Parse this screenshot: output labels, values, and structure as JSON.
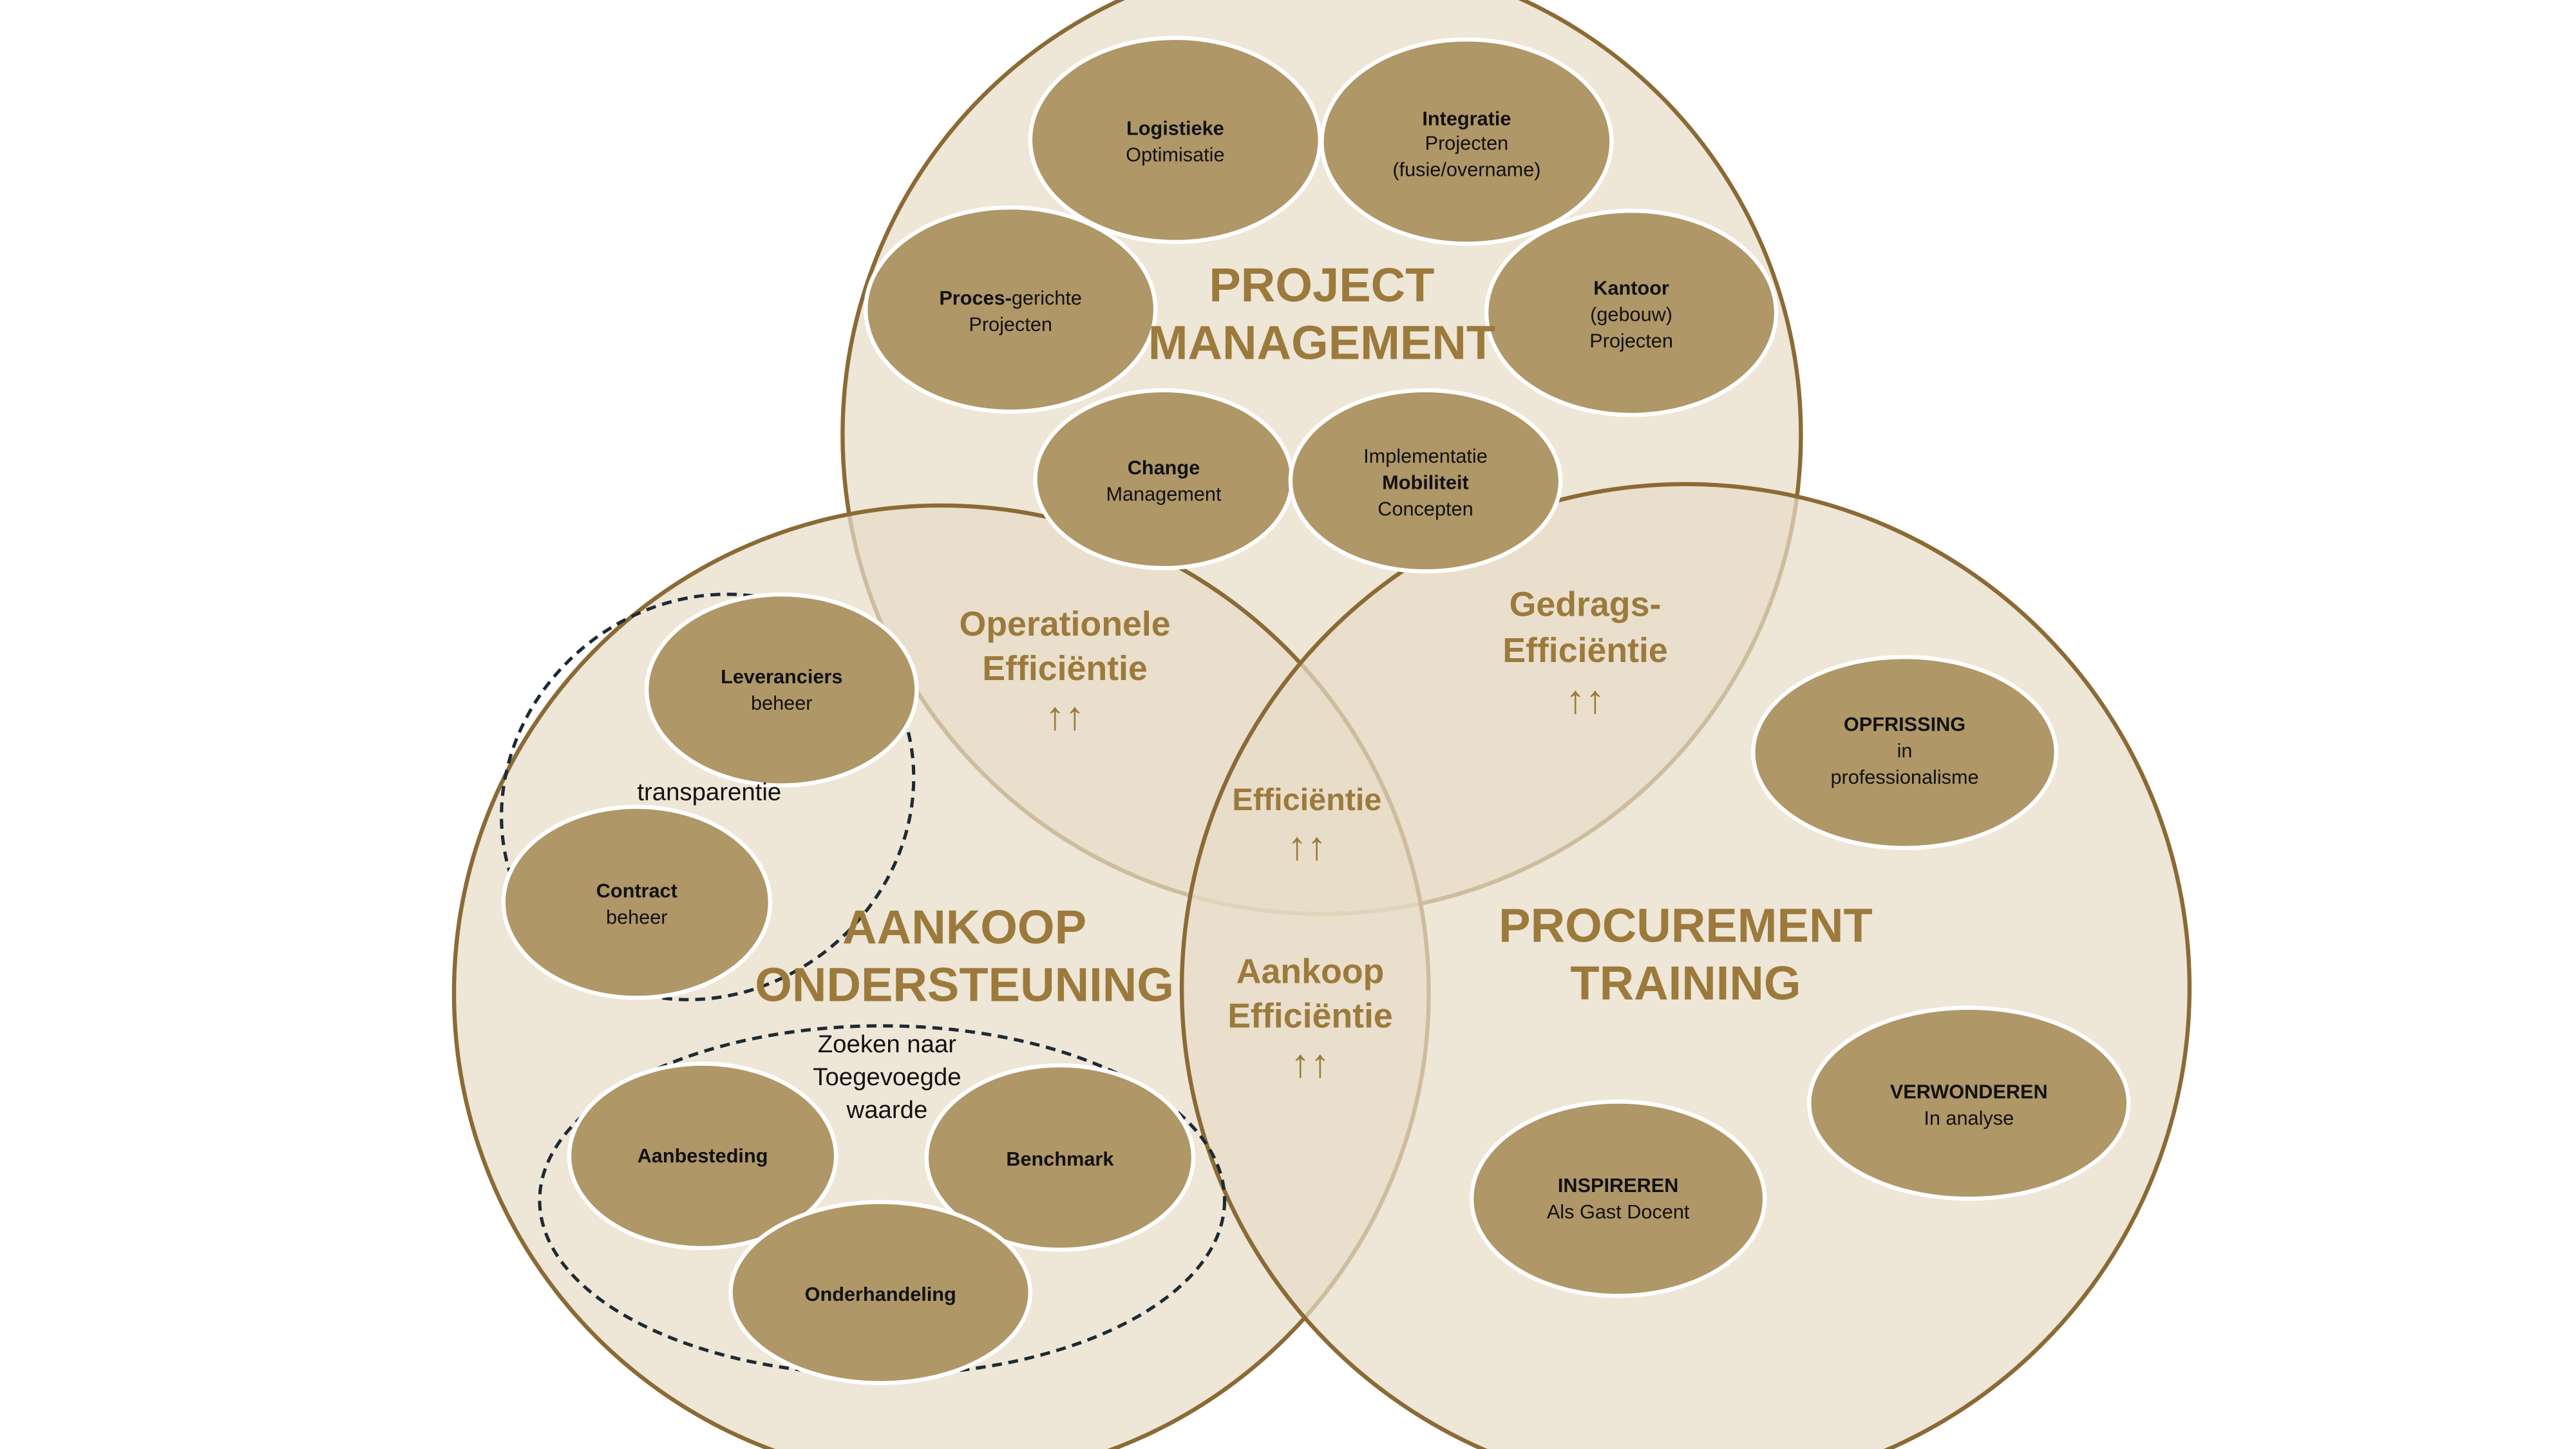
{
  "colors": {
    "circle_fill": "#e8dcc8",
    "circle_stroke": "#8b6a35",
    "ellipse_fill": "#b09768",
    "ellipse_stroke": "#ffffff",
    "heading_text": "#9c7a3c",
    "item_text": "#111111",
    "dashed_stroke": "#1e2a33"
  },
  "circles": {
    "project": {
      "title_line1": "PROJECT",
      "title_line2": "MANAGEMENT"
    },
    "aankoop": {
      "title_line1": "AANKOOP",
      "title_line2": "ONDERSTEUNING"
    },
    "procurement": {
      "title_line1": "PROCUREMENT",
      "title_line2": "TRAINING"
    }
  },
  "items": {
    "logistieke": {
      "line1": "Logistieke",
      "line2": "Optimisatie"
    },
    "integratie": {
      "line1": "Integratie",
      "line2": "Projecten",
      "line3": "(fusie/overname)"
    },
    "proces": {
      "bold": "Proces-",
      "rest": "gerichte",
      "line2": "Projecten"
    },
    "kantoor": {
      "line1": "Kantoor",
      "line2": "(gebouw)",
      "line3": "Projecten"
    },
    "change": {
      "line1": "Change",
      "line2": "Management"
    },
    "mobiliteit": {
      "line1": "Implementatie",
      "line2": "Mobiliteit",
      "line3": "Concepten"
    },
    "leveranciers": {
      "line1": "Leveranciers",
      "line2": "beheer"
    },
    "contract": {
      "line1": "Contract",
      "line2": "beheer"
    },
    "aanbesteding": {
      "line1": "Aanbesteding"
    },
    "benchmark": {
      "line1": "Benchmark"
    },
    "onderhandeling": {
      "line1": "Onderhandeling"
    },
    "opfrissing": {
      "line1": "OPFRISSING",
      "line2": "in",
      "line3": "professionalisme"
    },
    "verwonderen": {
      "line1": "VERWONDEREN",
      "line2": "In analyse"
    },
    "inspireren": {
      "line1": "INSPIREREN",
      "line2": "Als Gast Docent"
    }
  },
  "groups": {
    "transparantie": "transparentie",
    "zoeken": {
      "line1": "Zoeken naar",
      "line2": "Toegevoegde",
      "line3": "waarde"
    }
  },
  "intersections": {
    "operationele": {
      "line1": "Operationele",
      "line2": "Efficiëntie",
      "arrows": "↑↑"
    },
    "gedrags": {
      "line1": "Gedrags-",
      "line2": "Efficiëntie",
      "arrows": "↑↑"
    },
    "center": {
      "line1": "Efficiëntie",
      "arrows": "↑↑"
    },
    "aankoop": {
      "line1": "Aankoop",
      "line2": "Efficiëntie",
      "arrows": "↑↑"
    }
  }
}
